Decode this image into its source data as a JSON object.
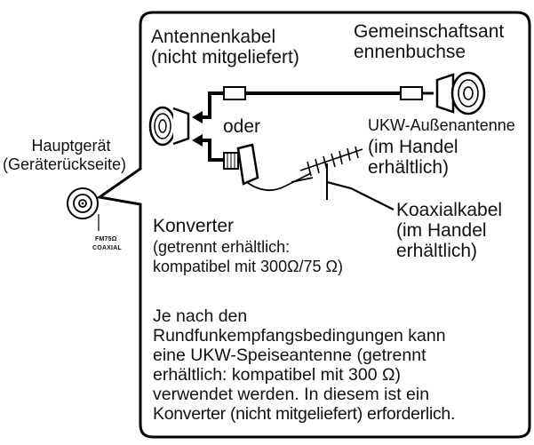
{
  "main_unit": {
    "label_line1": "Hauptgerät",
    "label_line2": "(Geräterückseite)",
    "jack_line1": "FM75Ω",
    "jack_line2": "COAXIAL"
  },
  "antenna_cable": {
    "line1": "Antennenkabel",
    "line2": "(nicht mitgeliefert)"
  },
  "community_socket": {
    "line1": "Gemeinschaftsant",
    "line2": "ennenbuchse"
  },
  "or_label": "oder",
  "outdoor_antenna": {
    "line1": "UKW-Außenantenne",
    "line2": "(im Handel",
    "line3": "erhältlich)"
  },
  "coax_cable": {
    "line1": "Koaxialkabel",
    "line2": "(im Handel",
    "line3": "erhältlich)"
  },
  "converter": {
    "line1": "Konverter",
    "line2": "(getrennt erhältlich:",
    "line3": "kompatibel mit 300Ω/75 Ω)"
  },
  "note_lines": [
    "Je nach den",
    "Rundfunkempfangsbedingungen kann",
    "eine UKW-Speiseantenne (getrennt",
    "erhältlich:  kompatibel mit 300 Ω)",
    "verwendet werden. In diesem ist ein",
    "Konverter (nicht mitgeliefert) erforderlich."
  ]
}
